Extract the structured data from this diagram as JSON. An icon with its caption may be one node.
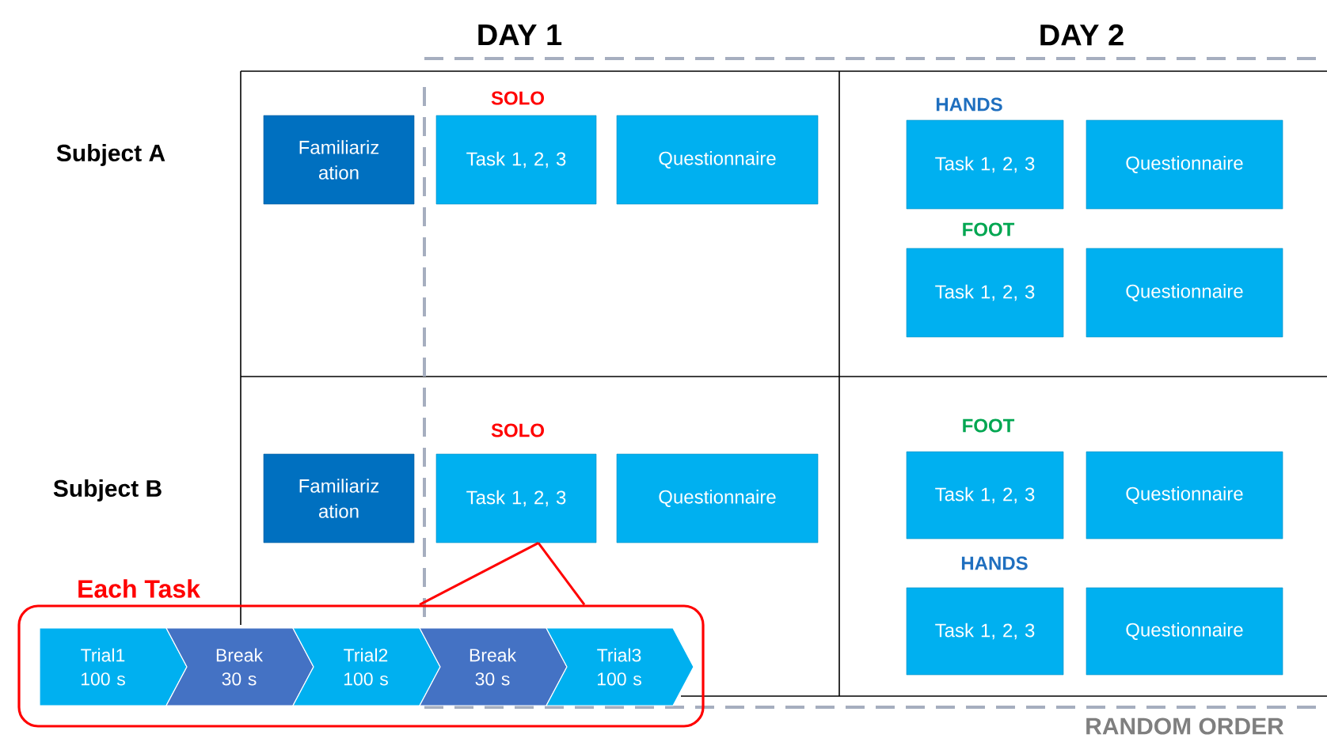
{
  "diagram": {
    "nodes": [
      {
        "text": [
          "Familiariz ation"
        ]
      },
      {
        "text": [
          "Task 1, 2, 3"
        ],
        "beside": [
          "SOLO"
        ]
      },
      {
        "text": [
          "Questionnaire"
        ]
      },
      {
        "text": [
          "Task 1, 2, 3"
        ],
        "beside": [
          "HANDS"
        ]
      },
      {
        "text": [
          "Questionnaire"
        ]
      },
      {
        "text": [
          "Task 1, 2, 3"
        ],
        "beside": [
          "FOOT"
        ]
      },
      {
        "text": [
          "Questionnaire"
        ]
      },
      {
        "text": [
          "Familiariz ation"
        ]
      },
      {
        "text": [
          "Task 1, 2, 3"
        ],
        "beside": [
          "SOLO"
        ]
      },
      {
        "text": [
          "Questionnaire"
        ]
      },
      {
        "text": [
          "Task 1, 2, 3"
        ],
        "beside": [
          "FOOT"
        ]
      },
      {
        "text": [
          "Questionnaire"
        ]
      },
      {
        "text": [
          "Task 1, 2, 3"
        ],
        "beside": [
          "HANDS"
        ]
      },
      {
        "text": [
          "Questionnaire"
        ]
      },
      {
        "text": [
          "Each Task"
        ]
      },
      {
        "text": [
          "Trial1 100 s"
        ],
        "in": 14
      },
      {
        "text": [
          "Break 30 s"
        ],
        "in": 14
      },
      {
        "text": [
          "Trial2 100 s"
        ],
        "in": 14
      },
      {
        "text": [
          "Break 30 s"
        ],
        "in": 14
      },
      {
        "text": [
          "Trial3 100 s"
        ],
        "in": 14
      }
    ],
    "edges": [
      {
        "from": 8,
        "to": 14,
        "arrow": "none"
      },
      {
        "from": 8,
        "to": 14,
        "arrow": "none"
      }
    ],
    "labels": [
      "DAY 1",
      "DAY 2",
      "Subject A",
      "Subject B",
      "RANDOM ORDER"
    ]
  }
}
